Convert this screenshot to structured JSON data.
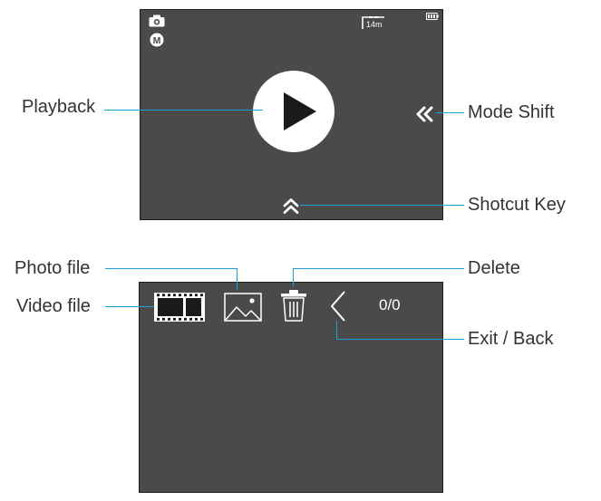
{
  "top_screen": {
    "status": {
      "time_remaining": "14m"
    },
    "icons": [
      "camera-icon",
      "manual-mode-icon",
      "sd-card-icon",
      "battery-icon",
      "play-icon",
      "double-chevron-left-icon",
      "double-chevron-up-icon"
    ]
  },
  "bottom_screen": {
    "counter": "0/0",
    "icons": [
      "film-strip-icon",
      "image-icon",
      "trash-icon",
      "chevron-left-icon"
    ]
  },
  "labels": {
    "playback": "Playback",
    "mode_shift": "Mode Shift",
    "shortcut_key": "Shotcut Key",
    "photo_file": "Photo file",
    "video_file": "Video file",
    "delete": "Delete",
    "exit_back": "Exit / Back"
  },
  "colors": {
    "screen_bg": "#4a4a4a",
    "leader_line": "#1a9fd6",
    "label_text": "#333333",
    "icon": "#ffffff"
  }
}
